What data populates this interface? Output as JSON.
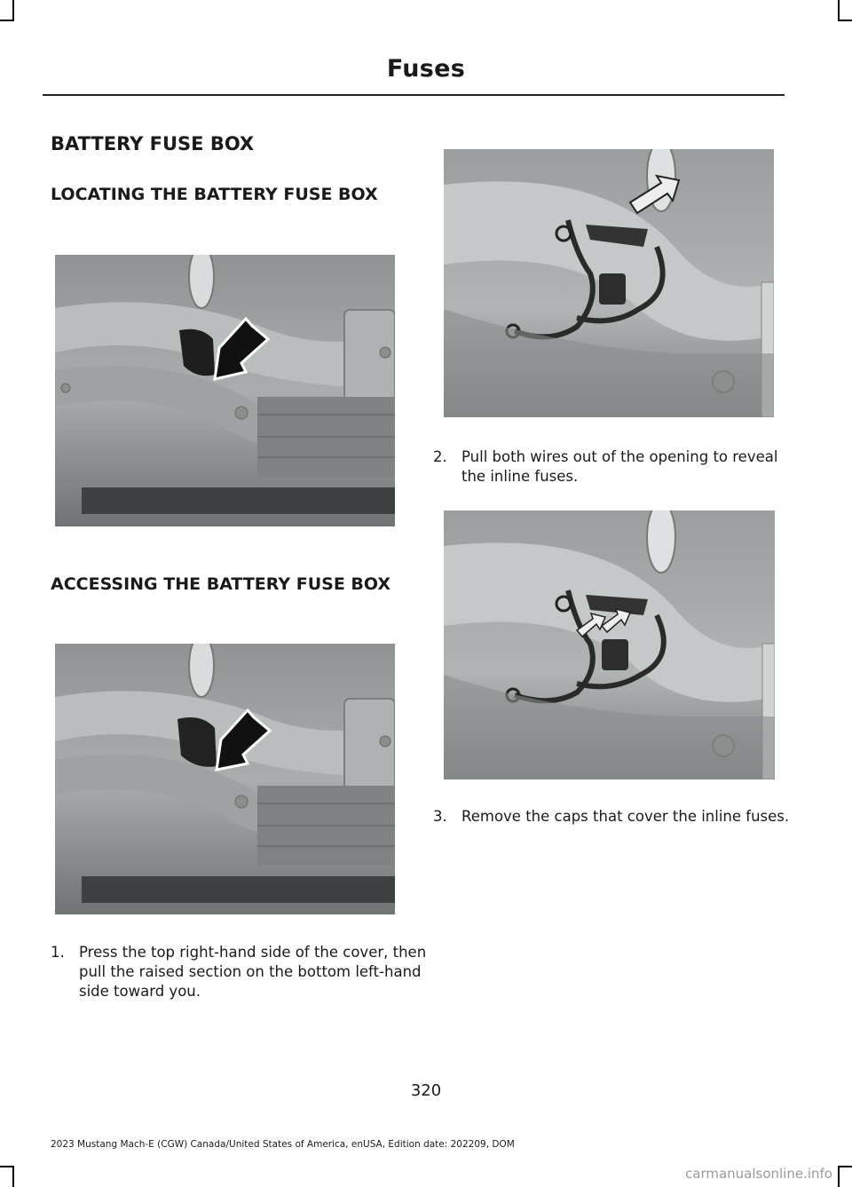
{
  "header": {
    "title": "Fuses"
  },
  "sections": {
    "main_heading": "BATTERY FUSE BOX",
    "locating_heading": "LOCATING THE BATTERY FUSE BOX",
    "accessing_heading": "ACCESSING THE BATTERY FUSE BOX"
  },
  "steps": [
    {
      "number": "1.",
      "text": "Press the top right-hand side of the cover, then pull the raised section on the bottom left-hand side toward you."
    },
    {
      "number": "2.",
      "text": "Pull both wires out of the opening to reveal the inline fuses."
    },
    {
      "number": "3.",
      "text": "Remove the caps that cover the inline fuses."
    }
  ],
  "page_number": "320",
  "footer_text": "2023 Mustang Mach-E (CGW) Canada/United States of America, enUSA, Edition date: 202209, DOM",
  "watermark": "carmanualsonline.info"
}
